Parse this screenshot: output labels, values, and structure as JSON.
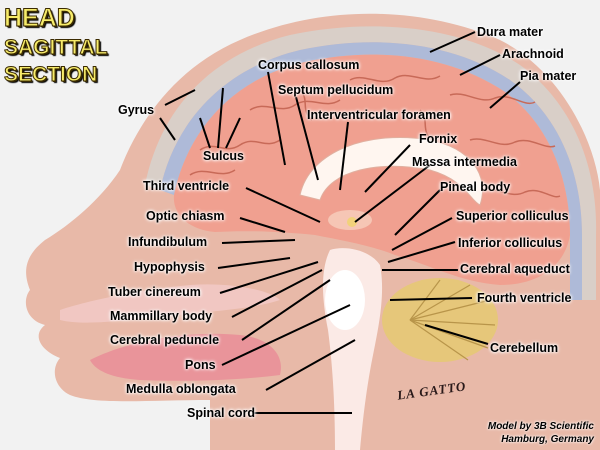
{
  "title": {
    "line1": "HEAD",
    "line2": "SAGITTAL",
    "line3": "SECTION"
  },
  "labels": {
    "dura_mater": "Dura mater",
    "arachnoid": "Arachnoid",
    "pia_mater": "Pia mater",
    "gyrus": "Gyrus",
    "sulcus": "Sulcus",
    "corpus_callosum": "Corpus callosum",
    "septum_pellucidum": "Septum pellucidum",
    "interventricular_foramen": "Interventricular foramen",
    "fornix": "Fornix",
    "massa_intermedia": "Massa intermedia",
    "pineal_body": "Pineal body",
    "superior_colliculus": "Superior colliculus",
    "inferior_colliculus": "Inferior colliculus",
    "cerebral_aqueduct": "Cerebral aqueduct",
    "fourth_ventricle": "Fourth ventricle",
    "cerebellum": "Cerebellum",
    "third_ventricle": "Third ventricle",
    "optic_chiasm": "Optic chiasm",
    "infundibulum": "Infundibulum",
    "hypophysis": "Hypophysis",
    "tuber_cinereum": "Tuber cinereum",
    "mammillary_body": "Mammillary body",
    "cerebral_peduncle": "Cerebral peduncle",
    "pons": "Pons",
    "medulla_oblongata": "Medulla oblongata",
    "spinal_cord": "Spinal cord"
  },
  "signature": "LA GATTO",
  "credit": {
    "line1": "Model by 3B Scientific",
    "line2": "Hamburg, Germany"
  },
  "colors": {
    "background": "#f2f2f2",
    "skin": "#e8b9a8",
    "skull": "#d9cfc8",
    "meninges": "#aebad8",
    "brain": "#f0a090",
    "white_matter": "#ffffff",
    "cerebellum": "#e6c77a",
    "title": "#f7ec6a"
  }
}
